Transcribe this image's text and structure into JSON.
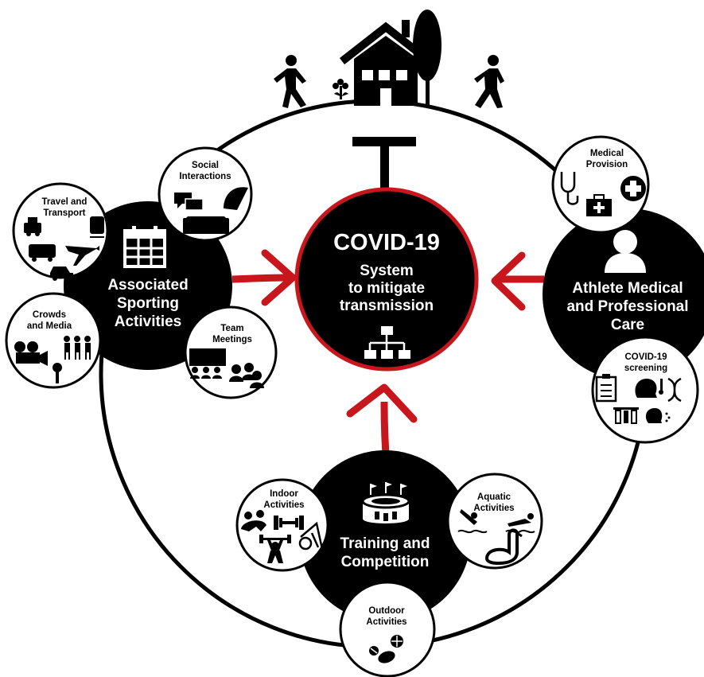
{
  "colors": {
    "hub": "#000000",
    "arrow": "#c8161d",
    "background": "#ffffff",
    "ring": "#000000"
  },
  "center": {
    "title": "COVID-19",
    "subtitle": "System\nto mitigate\ntransmission",
    "icon": "org-chart-icon"
  },
  "hubs": {
    "associated": {
      "label": "Associated\nSporting\nActivities",
      "icon": "calendar-icon"
    },
    "medical": {
      "label": "Athlete Medical\nand Professional\nCare",
      "icon": "person-icon"
    },
    "training": {
      "label": "Training and\nCompetition",
      "icon": "stadium-icon"
    }
  },
  "satellites": {
    "social": {
      "label": "Social\nInteractions",
      "icons": [
        "chat-bubbles-icon",
        "taco-icon",
        "sofa-icon"
      ]
    },
    "travel": {
      "label": "Travel and\nTransport",
      "icons": [
        "taxi-icon",
        "train-icon",
        "bus-icon",
        "airplane-icon",
        "car-icon"
      ]
    },
    "crowds": {
      "label": "Crowds\nand Media",
      "icons": [
        "video-camera-icon",
        "crowd-icon",
        "microphone-icon"
      ]
    },
    "team": {
      "label": "Team\nMeetings",
      "icons": [
        "presentation-board-icon",
        "audience-icon"
      ]
    },
    "medprov": {
      "label": "Medical\nProvision",
      "icons": [
        "stethoscope-icon",
        "first-aid-kit-icon",
        "medical-cross-icon"
      ]
    },
    "screening": {
      "label": "COVID-19\nscreening",
      "icons": [
        "clipboard-icon",
        "thermometer-head-icon",
        "dna-icon",
        "test-tubes-icon",
        "cough-icon"
      ]
    },
    "indoor": {
      "label": "Indoor\nActivities",
      "icons": [
        "wrestling-icon",
        "dumbbell-icon",
        "weightlifter-icon",
        "exercise-bike-icon"
      ]
    },
    "aquatic": {
      "label": "Aquatic\nActivities",
      "icons": [
        "diver-icon",
        "swimmer-icon",
        "swan-float-icon"
      ]
    },
    "outdoor": {
      "label": "Outdoor\nActivities",
      "icons": [
        "sports-balls-icon"
      ]
    }
  },
  "top_scene": {
    "icons": [
      "house-icon",
      "tree-icon",
      "flower-icon",
      "walking-person-icon",
      "walking-person-icon"
    ]
  }
}
